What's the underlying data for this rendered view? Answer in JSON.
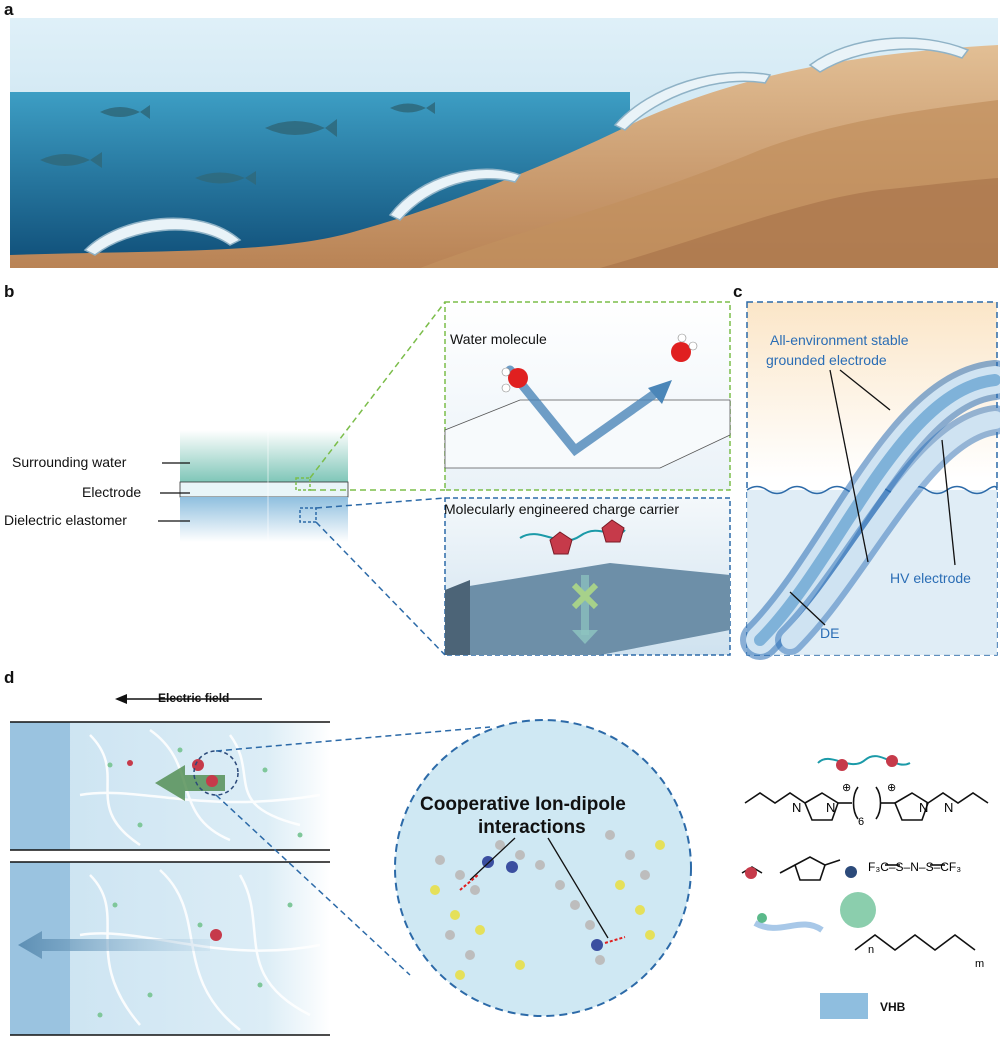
{
  "panels": {
    "a": {
      "letter": "a"
    },
    "b": {
      "letter": "b",
      "layer_labels": [
        "Surrounding water",
        "Electrode",
        "Dielectric elastomer"
      ],
      "water_molecule_label": "Water molecule",
      "charge_carrier_label": "Molecularly engineered charge carrier"
    },
    "c": {
      "letter": "c",
      "grounded_label": "All-environment stable grounded electrode",
      "grounded_label_line1": "All-environment stable",
      "grounded_label_line2": "grounded electrode",
      "hv_label": "HV electrode",
      "de_label": "DE"
    },
    "d": {
      "letter": "d",
      "field_label": "Electric field",
      "cooperative_label": "Cooperative Ion-dipole interactions",
      "cooperative_line1": "Cooperative Ion-dipole",
      "cooperative_line2": "interactions",
      "vhb_label": "VHB",
      "chem_subscripts": {
        "six": "6",
        "n": "n",
        "m": "m"
      }
    }
  },
  "colors": {
    "sky": "#cfe6f2",
    "sea_top": "#3d9ec4",
    "sea_deep": "#0f4d77",
    "sand": "#cfa47a",
    "sand_dark": "#a9754c",
    "green_dashed": "#7bbd4a",
    "blue_dashed": "#2c6aa8",
    "label_blue": "#2a6db5"
  }
}
